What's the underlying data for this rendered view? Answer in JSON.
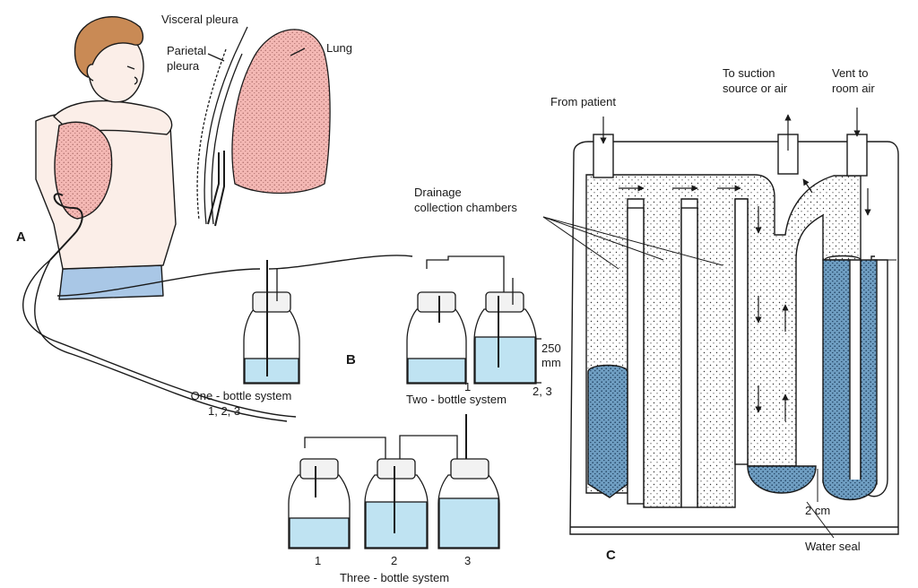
{
  "panels": {
    "a": "A",
    "b": "B",
    "c": "C"
  },
  "labels": {
    "visceral_pleura": "Visceral pleura",
    "parietal_pleura_1": "Parietal",
    "parietal_pleura_2": "pleura",
    "lung": "Lung",
    "from_patient": "From patient",
    "to_suction_1": "To suction",
    "to_suction_2": "source or air",
    "vent_1": "Vent to",
    "vent_2": "room air",
    "drainage_1": "Drainage",
    "drainage_2": "collection chambers",
    "water_seal": "Water seal",
    "two_cm": "2 cm",
    "mm_250_1": "250",
    "mm_250_2": "mm"
  },
  "systems": {
    "one": {
      "title": "One - bottle system",
      "numbers": "1, 2, 3"
    },
    "two": {
      "title": "Two - bottle system",
      "bottle_1": "1",
      "bottle_23": "2, 3"
    },
    "three": {
      "title": "Three - bottle system",
      "bottle_1": "1",
      "bottle_2": "2",
      "bottle_3": "3"
    }
  },
  "colors": {
    "skin": "#f2b6b0",
    "lung": "#f4b8b4",
    "hair": "#c98a55",
    "water": "#bfe3f2",
    "deep_water": "#5b88aa",
    "shorts": "#a9c7e6",
    "outline": "#1a1a1a"
  }
}
